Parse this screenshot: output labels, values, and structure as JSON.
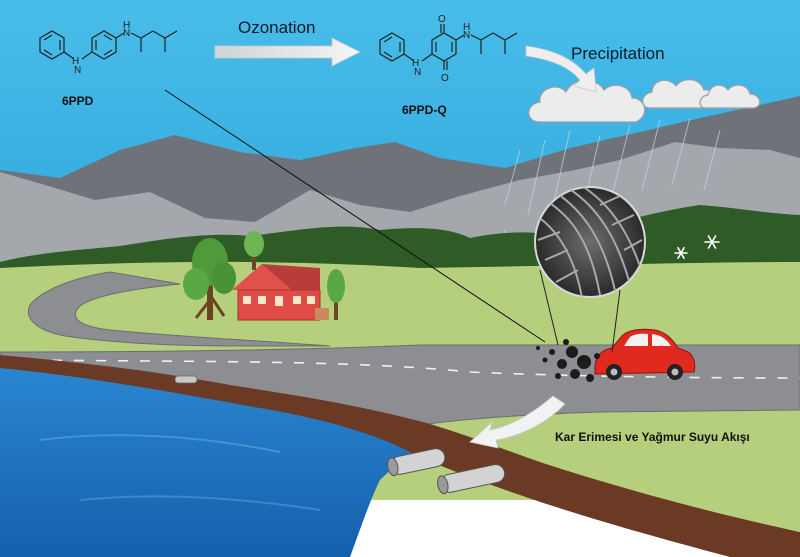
{
  "labels": {
    "compound_left": "6PPD",
    "compound_right": "6PPD-Q",
    "process_ozonation": "Ozonation",
    "process_precipitation": "Precipitation",
    "runoff": "Kar Erimesi ve Yağmur Suyu Akışı"
  },
  "colors": {
    "sky": "#3fb6e6",
    "mountain_far": "#6e7278",
    "mountain_near": "#a2a6ab",
    "hills": "#2f5a25",
    "grass": "#b4cf7d",
    "road": "#8a8c8f",
    "lake": "#1f74c2",
    "soil": "#6a3822",
    "house": "#d94a46",
    "car": "#e02a20"
  }
}
